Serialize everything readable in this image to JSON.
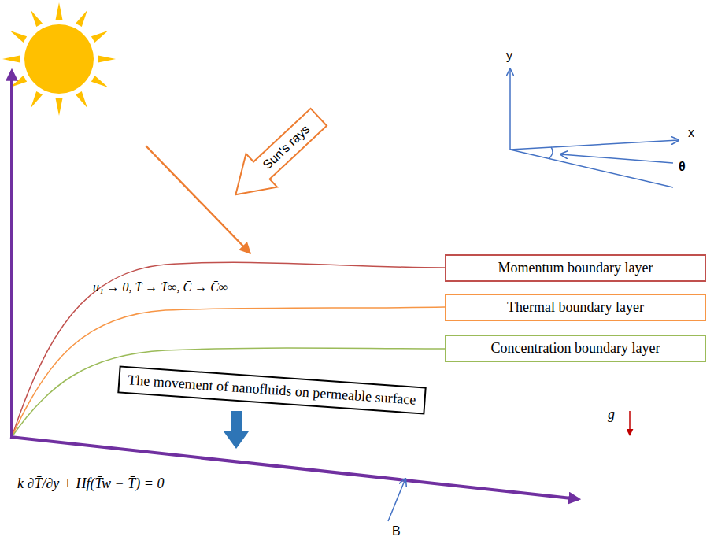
{
  "diagram": {
    "nodes": [
      {
        "text": [
          "Sun's rays"
        ]
      },
      {
        "text": [
          "Momentum boundary layer"
        ]
      },
      {
        "text": [
          "Thermal boundary layer"
        ]
      },
      {
        "text": [
          "Concentration boundary layer"
        ]
      },
      {
        "text": [
          "The movement of nanofluids on permeable surface"
        ]
      }
    ],
    "labels": [
      "y",
      "x",
      "θ",
      "u₁ → 0, T̄ → T̄∞, C̄ → C̄∞",
      "g⃗",
      "k ∂T̄/∂y + Hf(T̄w − T̄) = 0",
      "B"
    ]
  }
}
